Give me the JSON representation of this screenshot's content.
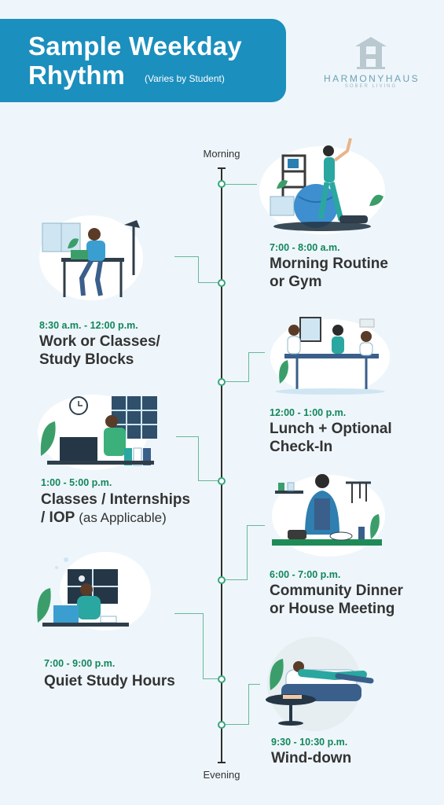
{
  "header": {
    "title_line1": "Sample Weekday",
    "title_line2": "Rhythm",
    "subtitle": "(Varies by Student)"
  },
  "logo": {
    "name": "HARMONYHAUS",
    "tagline": "SOBER LIVING"
  },
  "timeline": {
    "start_label": "Morning",
    "end_label": "Evening"
  },
  "entries": [
    {
      "time": "7:00 - 8:00 a.m.",
      "title_line1": "Morning Routine",
      "title_line2": "or Gym"
    },
    {
      "time": "8:30 a.m. - 12:00 p.m.",
      "title_line1": "Work or Classes/",
      "title_line2": "Study Blocks"
    },
    {
      "time": "12:00 - 1:00 p.m.",
      "title_line1": "Lunch + Optional",
      "title_line2": "Check-In"
    },
    {
      "time": "1:00 - 5:00 p.m.",
      "title_line1": "Classes / Internships",
      "title_line2": "/ IOP",
      "title_suffix": "(as Applicable)"
    },
    {
      "time": "6:00 - 7:00 p.m.",
      "title_line1": "Community Dinner",
      "title_line2": "or House Meeting"
    },
    {
      "time": "7:00 - 9:00 p.m.",
      "title_line1": "Quiet Study Hours"
    },
    {
      "time": "9:30 - 10:30 p.m.",
      "title_line1": "Wind-down"
    }
  ],
  "colors": {
    "banner": "#1b8fbe",
    "background": "#eef6fb",
    "time_green": "#12865a",
    "node_green": "#3aa57a"
  }
}
